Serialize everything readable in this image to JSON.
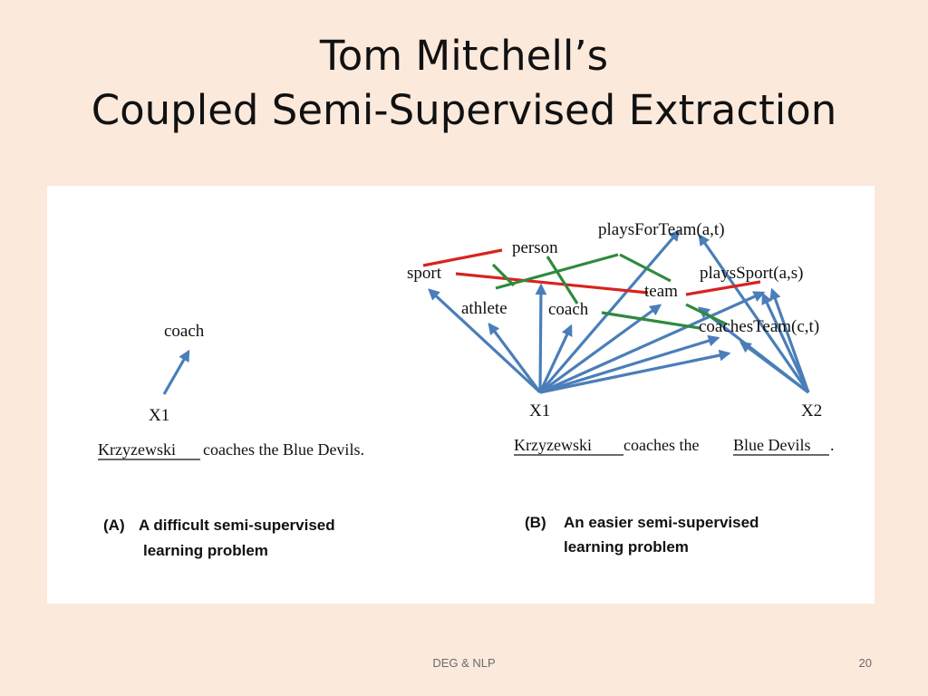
{
  "slide": {
    "title_line1": "Tom Mitchell’s",
    "title_line2": "Coupled Semi-Supervised Extraction",
    "footer": "DEG & NLP",
    "page_number": "20"
  },
  "colors": {
    "background": "#fbe9dc",
    "panel": "#ffffff",
    "arrow_blue": "#4a7eb8",
    "constraint_red": "#d8231f",
    "constraint_green": "#2f8a3d"
  },
  "figure": {
    "panel_a": {
      "node_coach": "coach",
      "input_x1": "X1",
      "sentence_subject": "Krzyzewski",
      "sentence_rest": "coaches the Blue Devils.",
      "caption_label": "(A)",
      "caption_line1": "A difficult semi-supervised",
      "caption_line2": "learning problem"
    },
    "panel_b": {
      "nodes": {
        "playsForTeam": "playsForTeam(a,t)",
        "person": "person",
        "sport": "sport",
        "playsSport": "playsSport(a,s)",
        "athlete": "athlete",
        "team": "team",
        "coach": "coach",
        "coachesTeam": "coachesTeam(c,t)"
      },
      "input_x1": "X1",
      "input_x2": "X2",
      "sentence_subject": "Krzyzewski",
      "sentence_middle": "coaches the",
      "sentence_object": "Blue Devils",
      "sentence_end": ".",
      "caption_label": "(B)",
      "caption_line1": "An easier semi-supervised",
      "caption_line2": "learning problem"
    }
  }
}
